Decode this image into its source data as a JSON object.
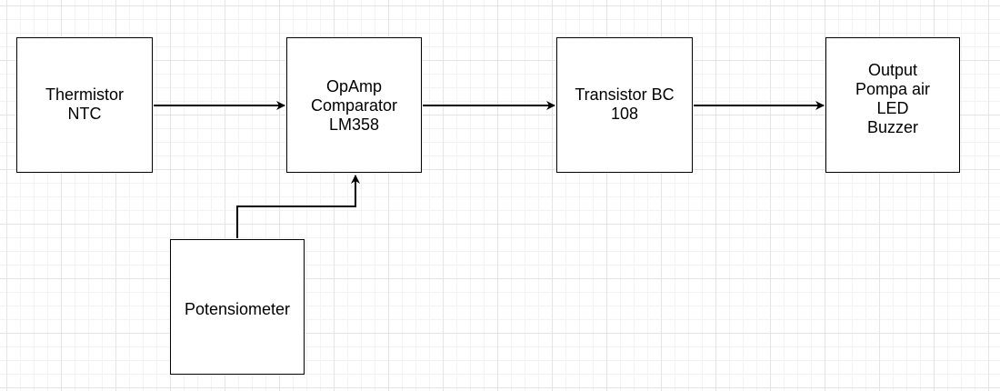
{
  "diagram": {
    "blocks": [
      {
        "id": "thermistor",
        "label": "Thermistor\nNTC"
      },
      {
        "id": "comparator",
        "label": "OpAmp\nComparator\nLM358"
      },
      {
        "id": "transistor",
        "label": "Transistor BC\n108"
      },
      {
        "id": "output",
        "label": "Output\nPompa air\nLED\nBuzzer"
      },
      {
        "id": "potensiometer",
        "label": "Potensiometer"
      }
    ],
    "connections": [
      {
        "from": "thermistor",
        "to": "comparator"
      },
      {
        "from": "comparator",
        "to": "transistor"
      },
      {
        "from": "transistor",
        "to": "output"
      },
      {
        "from": "potensiometer",
        "to": "comparator"
      }
    ],
    "colors": {
      "stroke": "#000000",
      "fill": "#ffffff",
      "grid": "#e4e4e4"
    }
  }
}
